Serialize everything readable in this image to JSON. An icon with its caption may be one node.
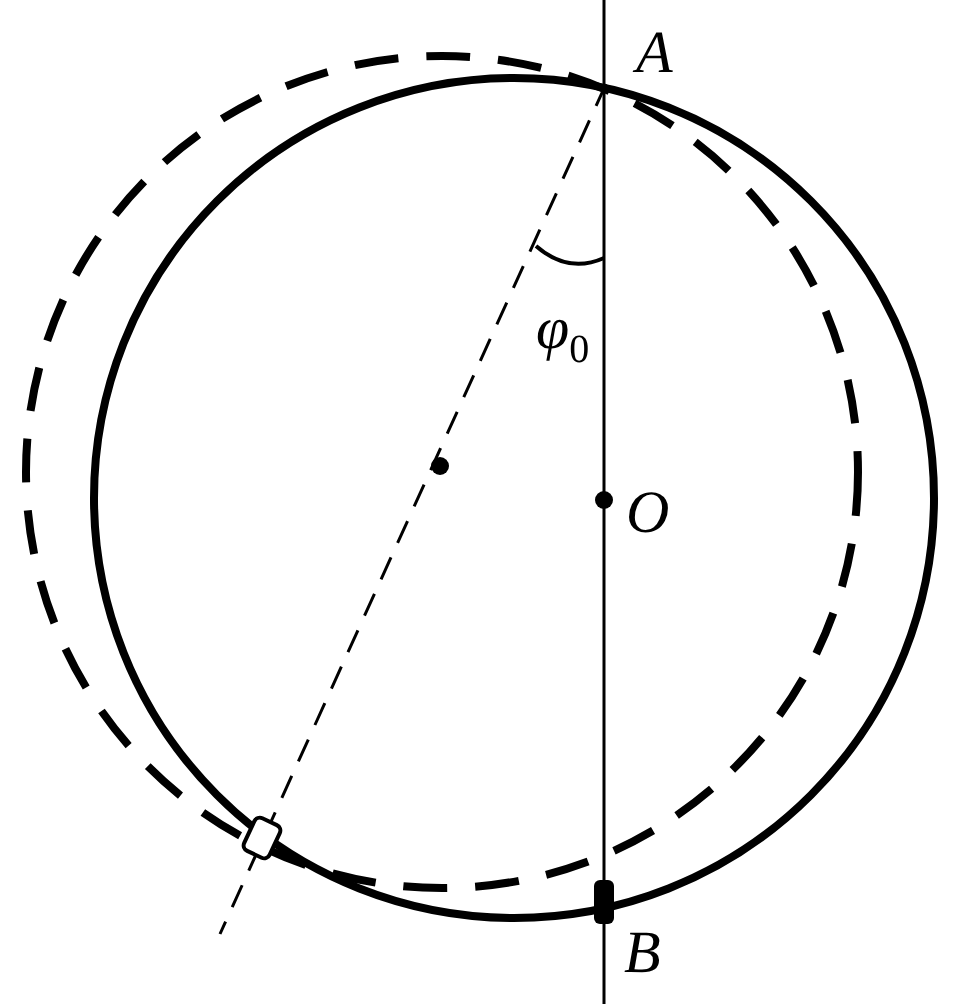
{
  "diagram": {
    "labels": [
      "A",
      "φ$_{0}$",
      "O",
      "B"
    ]
  }
}
